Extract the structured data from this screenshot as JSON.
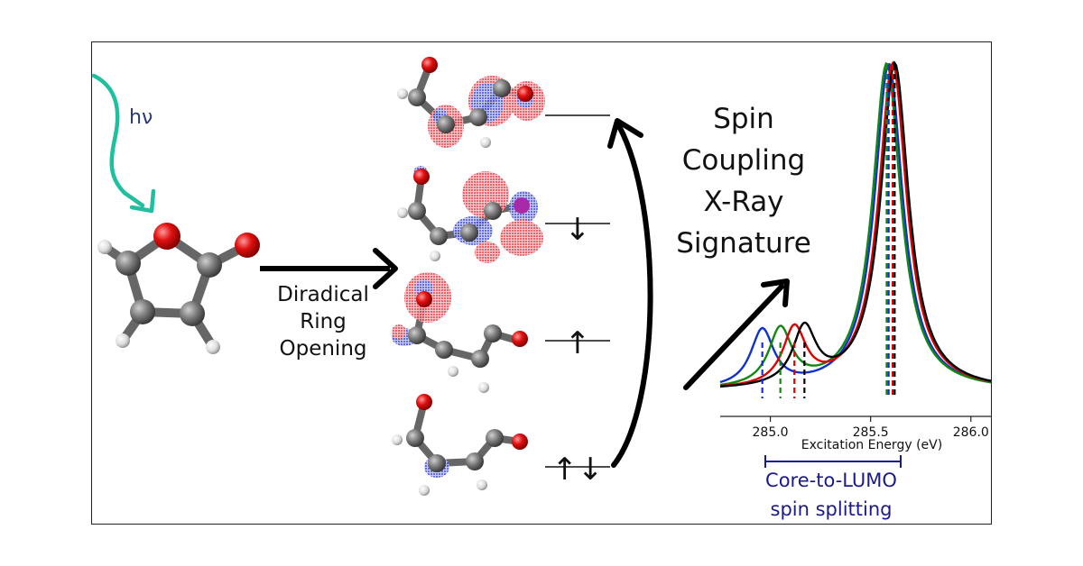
{
  "light": {
    "label": "hν",
    "arrow_color": "#1fbfa0"
  },
  "process": {
    "line1": "Diradical",
    "line2": "Ring",
    "line3": "Opening"
  },
  "headline": {
    "line1": "Spin",
    "line2": "Coupling",
    "line3": "X-Ray",
    "line4": "Signature"
  },
  "orbitals": [
    {
      "occupation": "",
      "level": "LUMO"
    },
    {
      "occupation": "↓",
      "level": "singly occupied"
    },
    {
      "occupation": "↑",
      "level": "singly occupied"
    },
    {
      "occupation": "↑↓",
      "level": "doubly occupied"
    }
  ],
  "colors": {
    "oxygen": "#e01010",
    "carbon": "#777777",
    "hydrogen": "#e6e6e6",
    "lobe_positive": "#e8202a",
    "lobe_negative": "#2030d8"
  },
  "chart_data": {
    "type": "line",
    "xlabel": "Excitation Energy (eV)",
    "ylabel": "",
    "x_ticks": [
      "285.0",
      "285.5",
      "286.0"
    ],
    "xlim": [
      284.75,
      286.1
    ],
    "series": [
      {
        "color": "#1030d0",
        "pre_peak": 284.96,
        "main_peak": 285.59
      },
      {
        "color": "#118811",
        "pre_peak": 285.05,
        "main_peak": 285.58
      },
      {
        "color": "#e00000",
        "pre_peak": 285.12,
        "main_peak": 285.61
      },
      {
        "color": "#000000",
        "pre_peak": 285.17,
        "main_peak": 285.62
      }
    ],
    "splitting_annotation": {
      "line1": "Core-to-LUMO",
      "line2": "spin splitting",
      "color": "#1a1a8a"
    }
  }
}
